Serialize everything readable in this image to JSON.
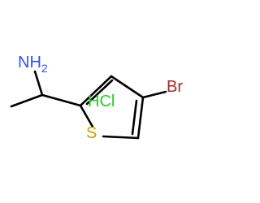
{
  "molecule": {
    "labels": {
      "amine_main": "NH",
      "amine_sub": "2",
      "bromine": "Br",
      "sulfur": "S",
      "salt": "HCl"
    },
    "colors": {
      "bond": "#000000",
      "nitrogen": "#3050F8",
      "bromine": "#A62929",
      "sulfur": "#C8A000",
      "chlorine": "#1FD01F"
    }
  }
}
